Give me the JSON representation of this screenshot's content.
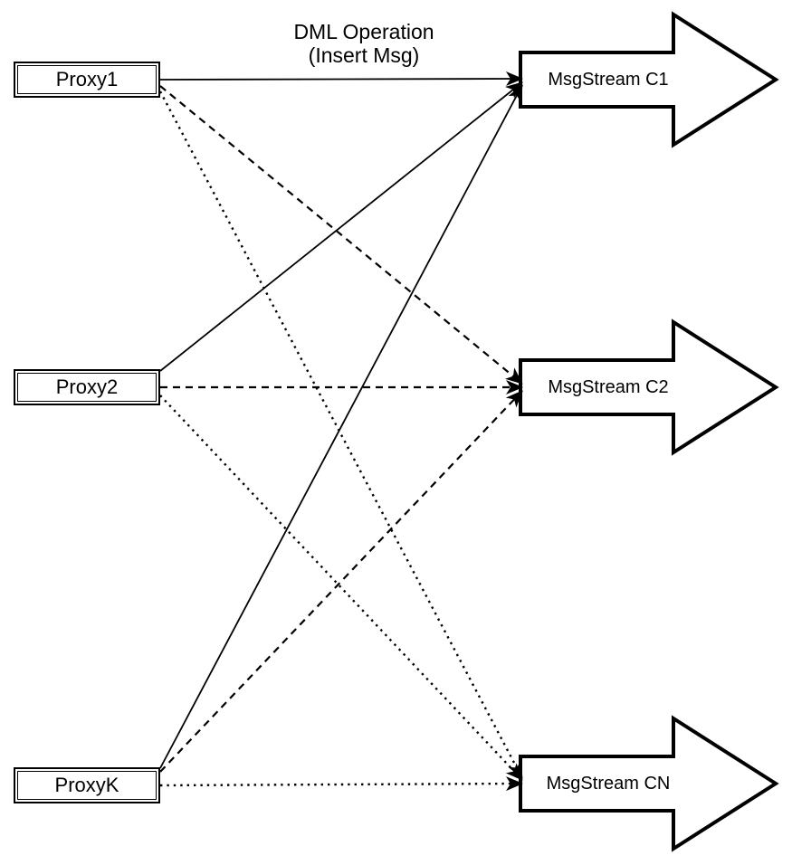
{
  "diagram": {
    "title": {
      "line1": "DML Operation",
      "line2": "(Insert Msg)"
    },
    "proxies": [
      {
        "id": "proxy1",
        "label": "Proxy1"
      },
      {
        "id": "proxy2",
        "label": "Proxy2"
      },
      {
        "id": "proxyk",
        "label": "ProxyK"
      }
    ],
    "streams": [
      {
        "id": "c1",
        "label": "MsgStream C1"
      },
      {
        "id": "c2",
        "label": "MsgStream C2"
      },
      {
        "id": "cn",
        "label": "MsgStream CN"
      }
    ],
    "edges": [
      {
        "from": "proxy1",
        "to": "c1",
        "style": "solid"
      },
      {
        "from": "proxy1",
        "to": "c2",
        "style": "dashed"
      },
      {
        "from": "proxy1",
        "to": "cn",
        "style": "dotted"
      },
      {
        "from": "proxy2",
        "to": "c1",
        "style": "solid"
      },
      {
        "from": "proxy2",
        "to": "c2",
        "style": "dashed"
      },
      {
        "from": "proxy2",
        "to": "cn",
        "style": "dotted"
      },
      {
        "from": "proxyk",
        "to": "c1",
        "style": "solid"
      },
      {
        "from": "proxyk",
        "to": "c2",
        "style": "dashed"
      },
      {
        "from": "proxyk",
        "to": "cn",
        "style": "dotted"
      }
    ],
    "colors": {
      "stroke": "#000000",
      "fill": "#ffffff",
      "text": "#000000"
    }
  }
}
